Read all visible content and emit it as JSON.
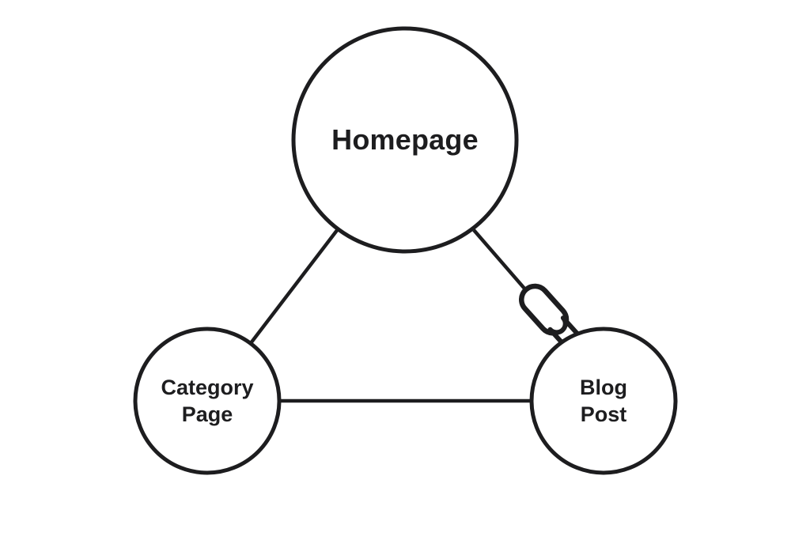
{
  "diagram": {
    "type": "node-link",
    "nodes": [
      {
        "id": "homepage",
        "label": "Homepage",
        "shape": "circle",
        "size": "large"
      },
      {
        "id": "category-page",
        "label": "Category Page",
        "shape": "circle",
        "size": "small"
      },
      {
        "id": "blog-post",
        "label": "Blog Post",
        "shape": "circle",
        "size": "small"
      }
    ],
    "edges": [
      {
        "from": "homepage",
        "to": "category-page"
      },
      {
        "from": "category-page",
        "to": "blog-post"
      },
      {
        "from": "homepage",
        "to": "blog-post",
        "decoration": "chain-link-icon"
      }
    ],
    "colors": {
      "stroke": "#1d1d1f",
      "fill": "#ffffff",
      "text": "#1d1d1f",
      "background": "#ffffff"
    }
  }
}
